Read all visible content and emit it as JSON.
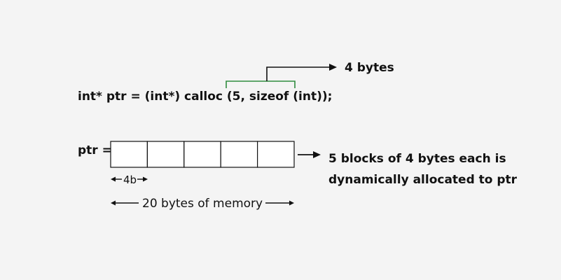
{
  "code_line": "int* ptr = (int*) calloc (5, sizeof (int));",
  "bracket_label": "4 bytes",
  "ptr_label": "ptr =",
  "description": [
    "5 blocks of 4 bytes each is",
    "dynamically allocated to ptr"
  ],
  "block_size_label": "4b",
  "total_size_label": "20 bytes of memory",
  "colors": {
    "background": "#f4f4f4",
    "bracket": "#2e8b3e",
    "lines": "#111111"
  }
}
